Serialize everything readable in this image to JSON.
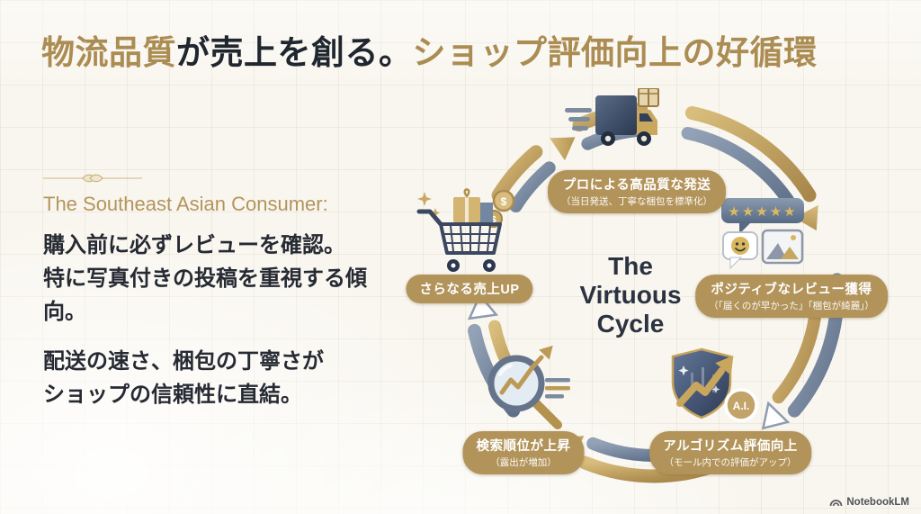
{
  "title": {
    "part1": "物流品質",
    "part2": "が売上を創る。",
    "part3": "ショップ評価向上の好循環"
  },
  "left_panel": {
    "heading": "The Southeast Asian Consumer:",
    "para1_line1": "購入前に必ずレビューを確認。",
    "para1_line2": "特に写真付きの投稿を重視する傾向。",
    "para2_line1": "配送の速さ、梱包の丁寧さが",
    "para2_line2": "ショップの信頼性に直結。"
  },
  "cycle": {
    "center_line1": "The",
    "center_line2": "Virtuous",
    "center_line3": "Cycle",
    "nodes": [
      {
        "icon": "delivery-truck-icon",
        "label": "プロによる高品質な発送",
        "sub": "（当日発送、丁寧な梱包を標準化）"
      },
      {
        "icon": "five-star-review-icon",
        "label": "ポジティブなレビュー獲得",
        "sub": "（「届くのが早かった」「梱包が綺麗」）"
      },
      {
        "icon": "ai-shield-icon",
        "label": "アルゴリズム評価向上",
        "sub": "（モール内での評価がアップ）"
      },
      {
        "icon": "search-ranking-icon",
        "label": "検索順位が上昇",
        "sub": "（露出が増加）"
      },
      {
        "icon": "sales-cart-icon",
        "label": "さらなる売上UP",
        "sub": ""
      }
    ],
    "review_stars": "★★★★★",
    "ai_badge": "A.I.",
    "coin_symbol": "$",
    "coin_symbol2": "$"
  },
  "footer": {
    "brand": "NotebookLM"
  },
  "colors": {
    "gold": "#b2945a",
    "navy": "#20262f",
    "slate": "#7d8ba0",
    "background": "#f9f6ef"
  }
}
